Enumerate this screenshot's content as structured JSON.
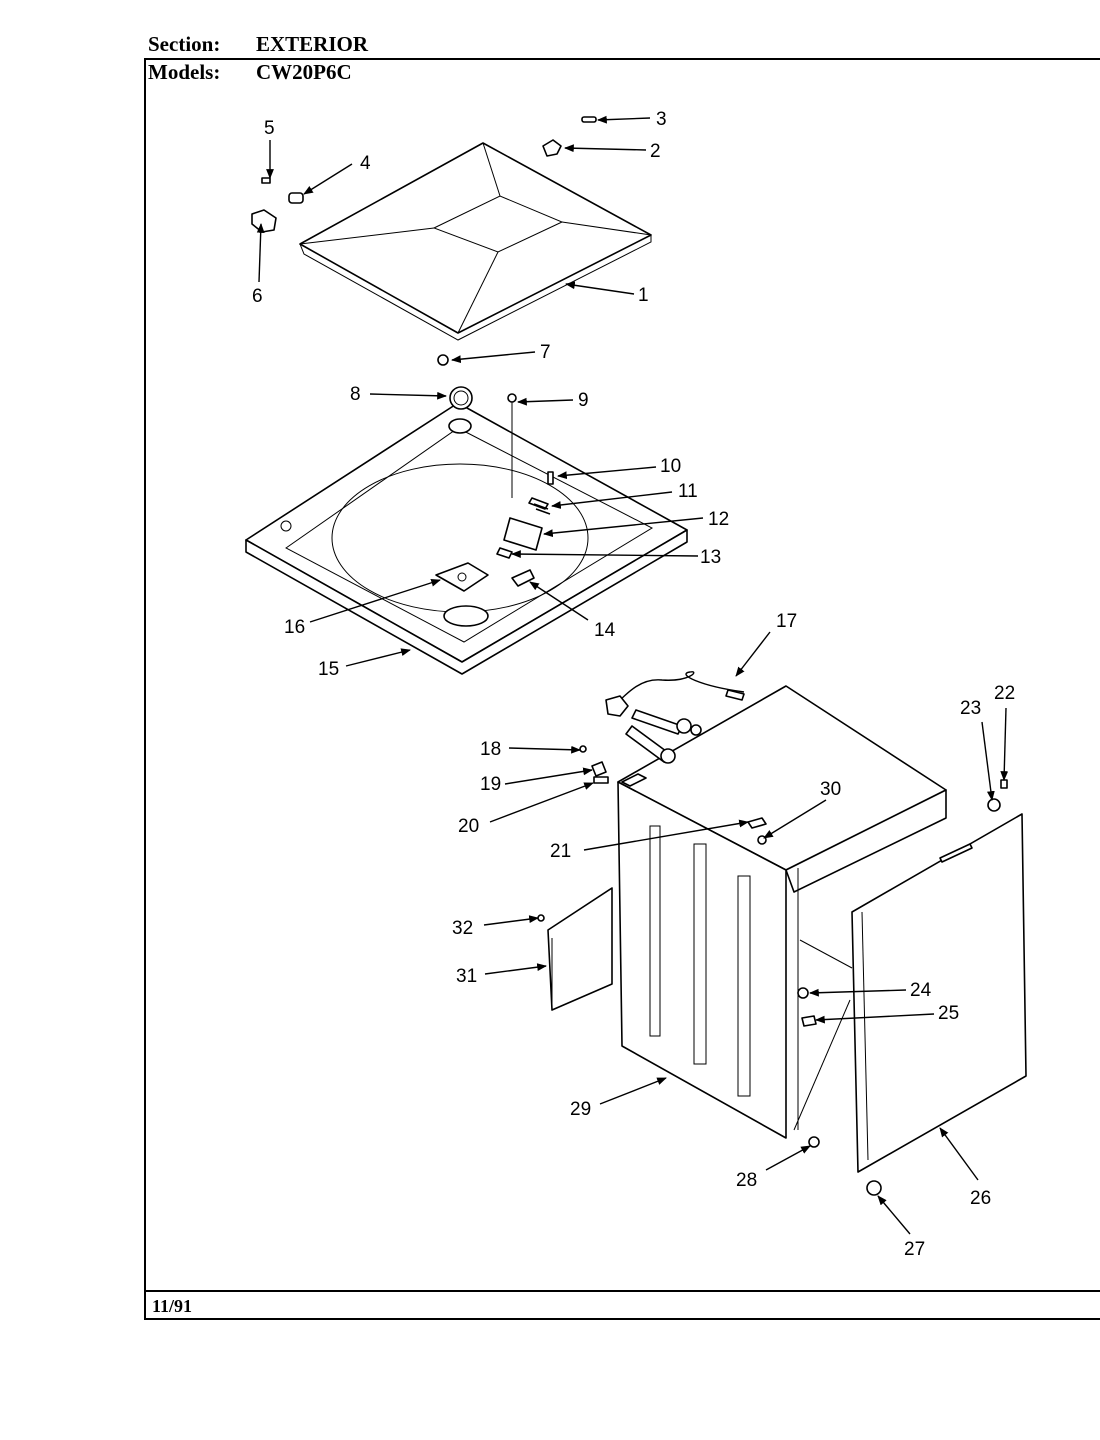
{
  "header": {
    "section_label": "Section:",
    "section_value": "EXTERIOR",
    "models_label": "Models:",
    "models_value": "CW20P6C"
  },
  "footer": {
    "date": "11/91"
  },
  "callouts": [
    "1",
    "2",
    "3",
    "4",
    "5",
    "6",
    "7",
    "8",
    "9",
    "10",
    "11",
    "12",
    "13",
    "14",
    "15",
    "16",
    "17",
    "18",
    "19",
    "20",
    "21",
    "22",
    "23",
    "24",
    "25",
    "26",
    "27",
    "28",
    "29",
    "30",
    "31",
    "32"
  ]
}
